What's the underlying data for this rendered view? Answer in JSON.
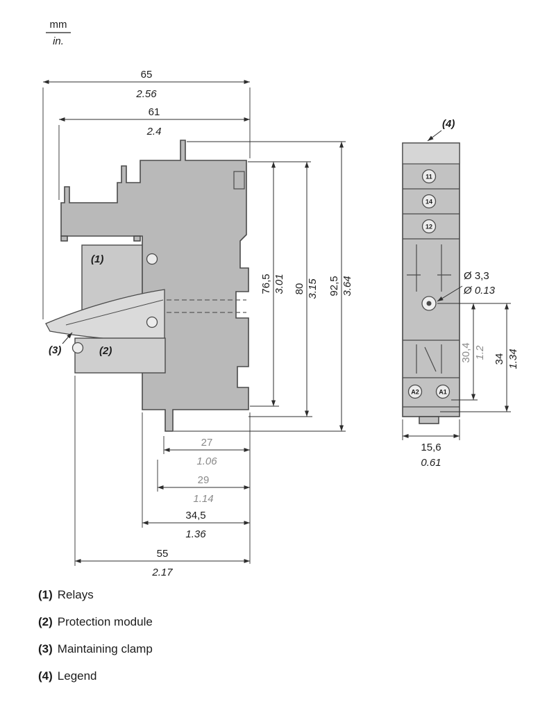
{
  "units": {
    "metric": "mm",
    "imperial": "in."
  },
  "side_view": {
    "callouts": {
      "relay": "(1)",
      "protection_module": "(2)",
      "maintaining_clamp": "(3)"
    },
    "dimensions": {
      "overall_width": {
        "mm": "65",
        "in": "2.56"
      },
      "upper_width": {
        "mm": "61",
        "in": "2.4"
      },
      "height_body": {
        "mm": "76,5",
        "in": "3.01"
      },
      "height_mid": {
        "mm": "80",
        "in": "3.15"
      },
      "height_overall": {
        "mm": "92,5",
        "in": "3.64"
      },
      "bottom_w27": {
        "mm": "27",
        "in": "1.06"
      },
      "bottom_w29": {
        "mm": "29",
        "in": "1.14"
      },
      "bottom_w345": {
        "mm": "34,5",
        "in": "1.36"
      },
      "bottom_w55": {
        "mm": "55",
        "in": "2.17"
      }
    }
  },
  "front_view": {
    "callout": "(4)",
    "terminals": [
      "11",
      "14",
      "12",
      "A2",
      "A1"
    ],
    "dimensions": {
      "hole_diameter": {
        "mm": "Ø 3,3",
        "in": "Ø 0.13"
      },
      "height_304": {
        "mm": "30,4",
        "in": "1.2"
      },
      "height_34": {
        "mm": "34",
        "in": "1.34"
      },
      "width_156": {
        "mm": "15,6",
        "in": "0.61"
      }
    }
  },
  "legend": {
    "items": [
      {
        "key": "(1)",
        "text": "Relays"
      },
      {
        "key": "(2)",
        "text": "Protection module"
      },
      {
        "key": "(3)",
        "text": "Maintaining clamp"
      },
      {
        "key": "(4)",
        "text": "Legend"
      }
    ]
  }
}
